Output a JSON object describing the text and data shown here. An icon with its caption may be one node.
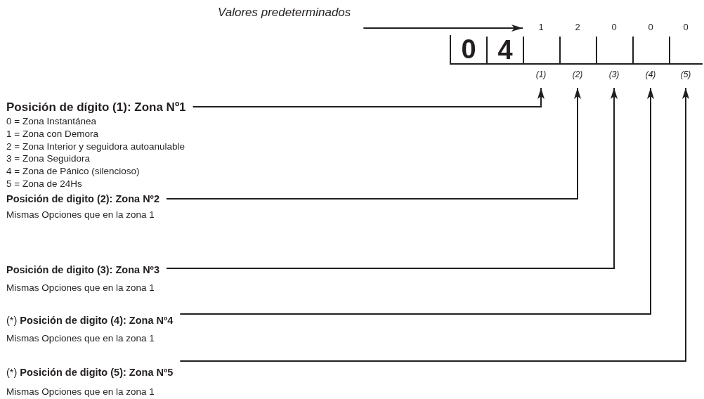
{
  "diagram": {
    "nodes": [
      {
        "text": [
          "Valores predeterminados"
        ]
      },
      {
        "text": [
          "0"
        ]
      },
      {
        "text": [
          "4"
        ]
      },
      {
        "text": [
          "1"
        ],
        "beside": [
          "(1)"
        ]
      },
      {
        "text": [
          "2"
        ],
        "beside": [
          "(2)"
        ]
      },
      {
        "text": [
          "0"
        ],
        "beside": [
          "(3)"
        ]
      },
      {
        "text": [
          "0"
        ],
        "beside": [
          "(4)"
        ]
      },
      {
        "text": [
          "0"
        ],
        "beside": [
          "(5)"
        ]
      },
      {
        "text": [
          "Posición de dígito (1): Zona Nº1",
          "0 = Zona Instantánea",
          "1 = Zona con Demora",
          "2 = Zona Interior y seguidora autoanulable",
          "3 = Zona Seguidora",
          "4 = Zona de Pánico (silencioso)",
          "5 = Zona de 24Hs"
        ]
      },
      {
        "text": [
          "Posición de digito (2): Zona Nº2",
          "Mismas Opciones que en la zona 1"
        ]
      },
      {
        "text": [
          "Posición de digito (3): Zona Nº3",
          "Mismas Opciones que en la zona 1"
        ]
      },
      {
        "text": [
          "(*) **Posición de digito (4): Zona Nº4**",
          "Mismas Opciones que en la zona 1"
        ]
      },
      {
        "text": [
          "(*) **Posición de digito (5): Zona Nº5**",
          "Mismas Opciones que en la zona 1"
        ]
      }
    ],
    "edges": [
      {
        "from": 0,
        "to": 3,
        "arrow": "to"
      },
      {
        "from": 8,
        "to": 3,
        "arrow": "to"
      },
      {
        "from": 9,
        "to": 4,
        "arrow": "to"
      },
      {
        "from": 10,
        "to": 5,
        "arrow": "to"
      },
      {
        "from": 11,
        "to": 6,
        "arrow": "to"
      },
      {
        "from": 12,
        "to": 7,
        "arrow": "to"
      }
    ]
  }
}
